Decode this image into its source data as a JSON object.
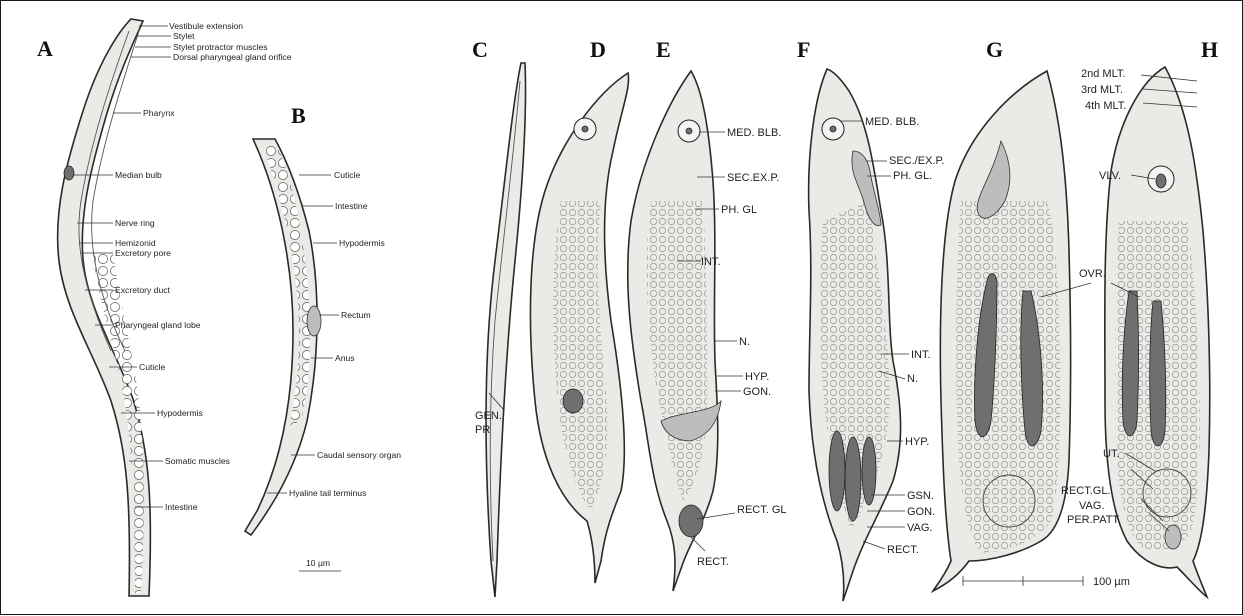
{
  "panels": {
    "A": {
      "letter": "A",
      "labels": [
        "Vestibule extension",
        "Stylet",
        "Stylet protractor muscles",
        "Dorsal pharyngeal gland orifice",
        "Pharynx",
        "Median bulb",
        "Nerve ring",
        "Hemizonid",
        "Excretory pore",
        "Excretory duct",
        "Pharyngeal gland lobe",
        "Cuticle",
        "Hypodermis",
        "Somatic muscles",
        "Intestine"
      ]
    },
    "B": {
      "letter": "B",
      "labels": [
        "Cuticle",
        "Intestine",
        "Hypodermis",
        "Rectum",
        "Anus",
        "Caudal sensory organ",
        "Hyaline tail terminus"
      ],
      "scale_label": "10 µm"
    },
    "C": {
      "letter": "C",
      "labels": [
        "GEN.",
        "PR"
      ]
    },
    "D": {
      "letter": "D"
    },
    "E": {
      "letter": "E",
      "labels": [
        "MED. BLB.",
        "SEC.EX.P.",
        "PH. GL",
        "INT.",
        "N.",
        "HYP.",
        "GON.",
        "RECT. GL",
        "RECT."
      ]
    },
    "F": {
      "letter": "F",
      "labels": [
        "MED. BLB.",
        "SEC./EX.P.",
        "PH. GL.",
        "INT.",
        "N.",
        "HYP.",
        "GSN.",
        "GON.",
        "VAG.",
        "RECT."
      ]
    },
    "G": {
      "letter": "G",
      "scale_label": "100 µm"
    },
    "H": {
      "letter": "H",
      "labels": [
        "2nd MLT.",
        "3rd MLT.",
        "4th MLT.",
        "VLV.",
        "OVR.",
        "UT.",
        "RECT.GL.",
        "VAG.",
        "PER.PATT."
      ]
    }
  }
}
